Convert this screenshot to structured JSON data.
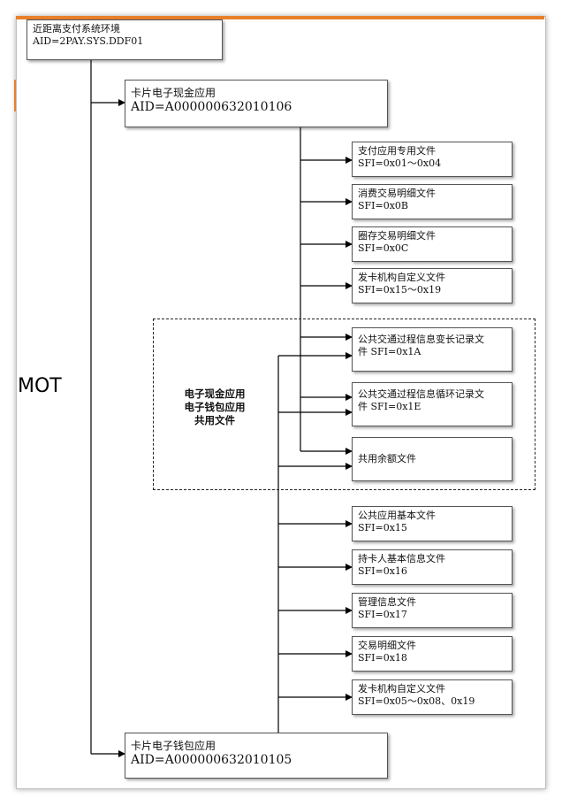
{
  "overlay_text": "MOT",
  "root": {
    "line1": "近距离支付系统环境",
    "line2": "AID=2PAY.SYS.DDF01"
  },
  "app_cash": {
    "line1": "卡片电子现金应用",
    "line2": "AID=A000000632010106"
  },
  "app_wallet": {
    "line1": "卡片电子钱包应用",
    "line2": "AID=A000000632010105"
  },
  "cash_files": [
    {
      "line1": "支付应用专用文件",
      "line2": "SFI=0x01～0x04"
    },
    {
      "line1": "消费交易明细文件",
      "line2": "SFI=0x0B"
    },
    {
      "line1": "圈存交易明细文件",
      "line2": "SFI=0x0C"
    },
    {
      "line1": "发卡机构自定义文件",
      "line2": "SFI=0x15～0x19"
    }
  ],
  "shared_group": {
    "label": [
      "电子现金应用",
      "电子钱包应用",
      "共用文件"
    ],
    "files": [
      {
        "line1": "公共交通过程信息变长记录文",
        "line2": "件 SFI=0x1A"
      },
      {
        "line1": "公共交通过程信息循环记录文",
        "line2": "件 SFI=0x1E"
      },
      {
        "line1": "共用余额文件",
        "line2": ""
      }
    ]
  },
  "wallet_files": [
    {
      "line1": "公共应用基本文件",
      "line2": "SFI=0x15"
    },
    {
      "line1": "持卡人基本信息文件",
      "line2": "SFI=0x16"
    },
    {
      "line1": "管理信息文件",
      "line2": "SFI=0x17"
    },
    {
      "line1": "交易明细文件",
      "line2": "SFI=0x18"
    },
    {
      "line1": "发卡机构自定义文件",
      "line2": "SFI=0x05～0x08、0x19"
    }
  ],
  "colors": {
    "accent_border": "#e8802a",
    "line": "#000000",
    "box_border": "#555555"
  }
}
